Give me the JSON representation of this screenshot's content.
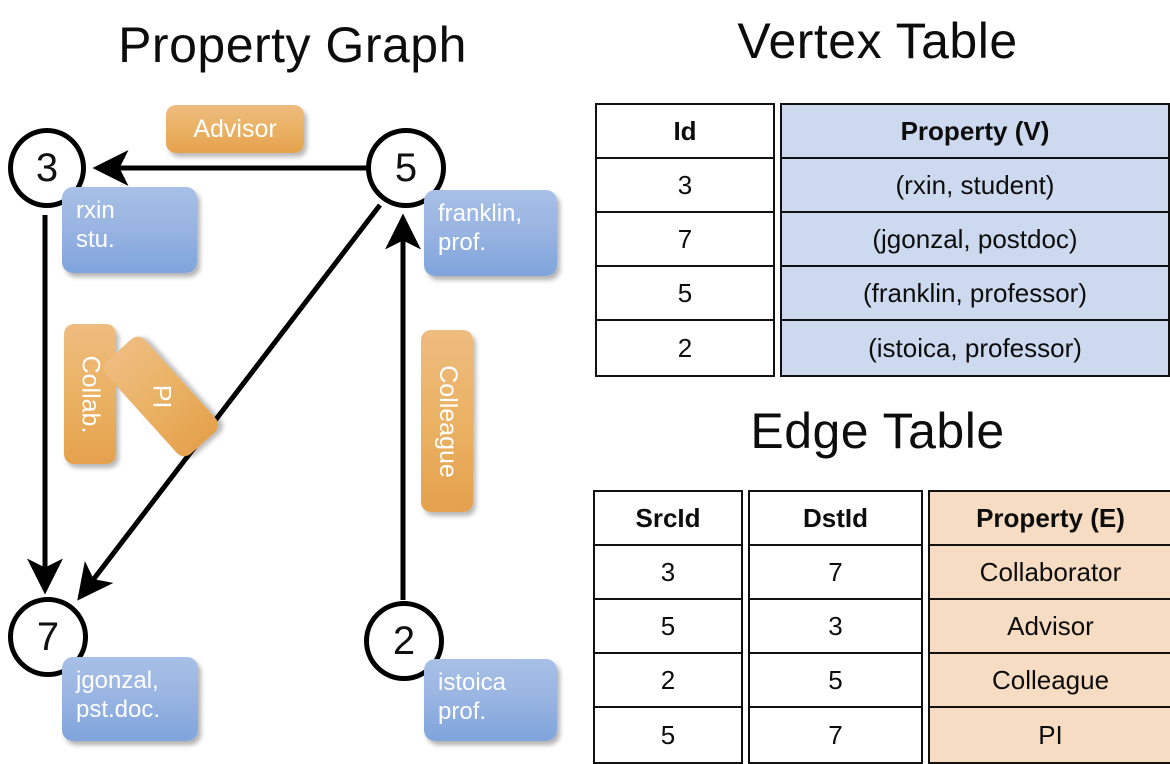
{
  "titles": {
    "property_graph": "Property Graph",
    "vertex_table": "Vertex Table",
    "edge_table": "Edge Table"
  },
  "graph": {
    "nodes": [
      {
        "id": "3",
        "property_label": "rxin\nstu."
      },
      {
        "id": "5",
        "property_label": "franklin,\nprof."
      },
      {
        "id": "7",
        "property_label": "jgonzal,\npst.doc."
      },
      {
        "id": "2",
        "property_label": "istoica\nprof."
      }
    ],
    "node_labels": {
      "n3": "3",
      "n5": "5",
      "n7": "7",
      "n2": "2"
    },
    "vertex_boxes": {
      "rxin_line1": "rxin",
      "rxin_line2": "stu.",
      "franklin_line1": "franklin,",
      "franklin_line2": "prof.",
      "jgonzal_line1": "jgonzal,",
      "jgonzal_line2": "pst.doc.",
      "istoica_line1": "istoica",
      "istoica_line2": "prof."
    },
    "edge_labels": {
      "advisor": "Advisor",
      "collab": "Collab.",
      "pi": "PI",
      "colleague": "Colleague"
    },
    "edges": [
      {
        "from": "5",
        "to": "3",
        "label": "Advisor"
      },
      {
        "from": "3",
        "to": "7",
        "label": "Collab."
      },
      {
        "from": "5",
        "to": "7",
        "label": "PI"
      },
      {
        "from": "2",
        "to": "5",
        "label": "Colleague"
      }
    ]
  },
  "vertex_table": {
    "headers": [
      "Id",
      "Property (V)"
    ],
    "rows": [
      {
        "id": "3",
        "property": "(rxin, student)"
      },
      {
        "id": "7",
        "property": "(jgonzal, postdoc)"
      },
      {
        "id": "5",
        "property": "(franklin, professor)"
      },
      {
        "id": "2",
        "property": "(istoica, professor)"
      }
    ]
  },
  "edge_table": {
    "headers": [
      "SrcId",
      "DstId",
      "Property (E)"
    ],
    "rows": [
      {
        "src": "3",
        "dst": "7",
        "property": "Collaborator"
      },
      {
        "src": "5",
        "dst": "3",
        "property": "Advisor"
      },
      {
        "src": "2",
        "dst": "5",
        "property": "Colleague"
      },
      {
        "src": "5",
        "dst": "7",
        "property": "PI"
      }
    ]
  },
  "colors": {
    "vertex_box": "#9ab5e2",
    "edge_box": "#eab264",
    "vertex_table_fill": "#ccd9ee",
    "edge_table_fill": "#f6dcc3",
    "stroke": "#000000",
    "background": "#ffffff"
  }
}
